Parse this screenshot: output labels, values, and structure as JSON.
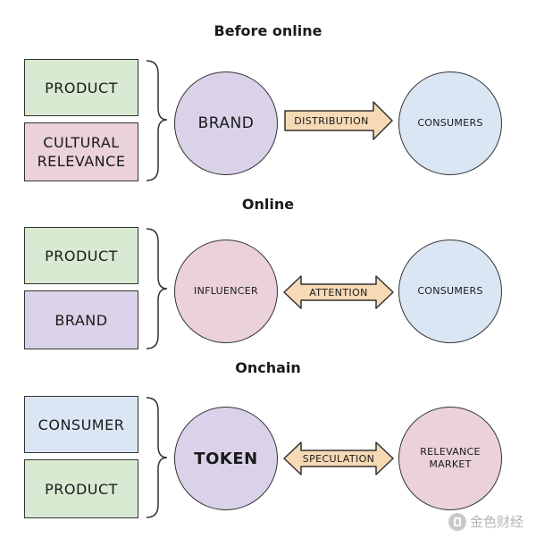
{
  "sections": [
    {
      "title": "Before online",
      "boxes": [
        "PRODUCT",
        "CULTURAL\nRELEVANCE"
      ],
      "center": "BRAND",
      "arrow": "DISTRIBUTION",
      "target": "CONSUMERS"
    },
    {
      "title": "Online",
      "boxes": [
        "PRODUCT",
        "BRAND"
      ],
      "center": "INFLUENCER",
      "arrow": "ATTENTION",
      "target": "CONSUMERS"
    },
    {
      "title": "Onchain",
      "boxes": [
        "CONSUMER",
        "PRODUCT"
      ],
      "center": "TOKEN",
      "arrow": "SPECULATION",
      "target": "RELEVANCE\nMARKET"
    }
  ],
  "watermark": "金色财经",
  "colors": {
    "green": "#d9ead3",
    "pink": "#ead1dc",
    "purple": "#d9d2e9",
    "blue": "#dbe6f4",
    "arrow": "#f6d9b5"
  }
}
